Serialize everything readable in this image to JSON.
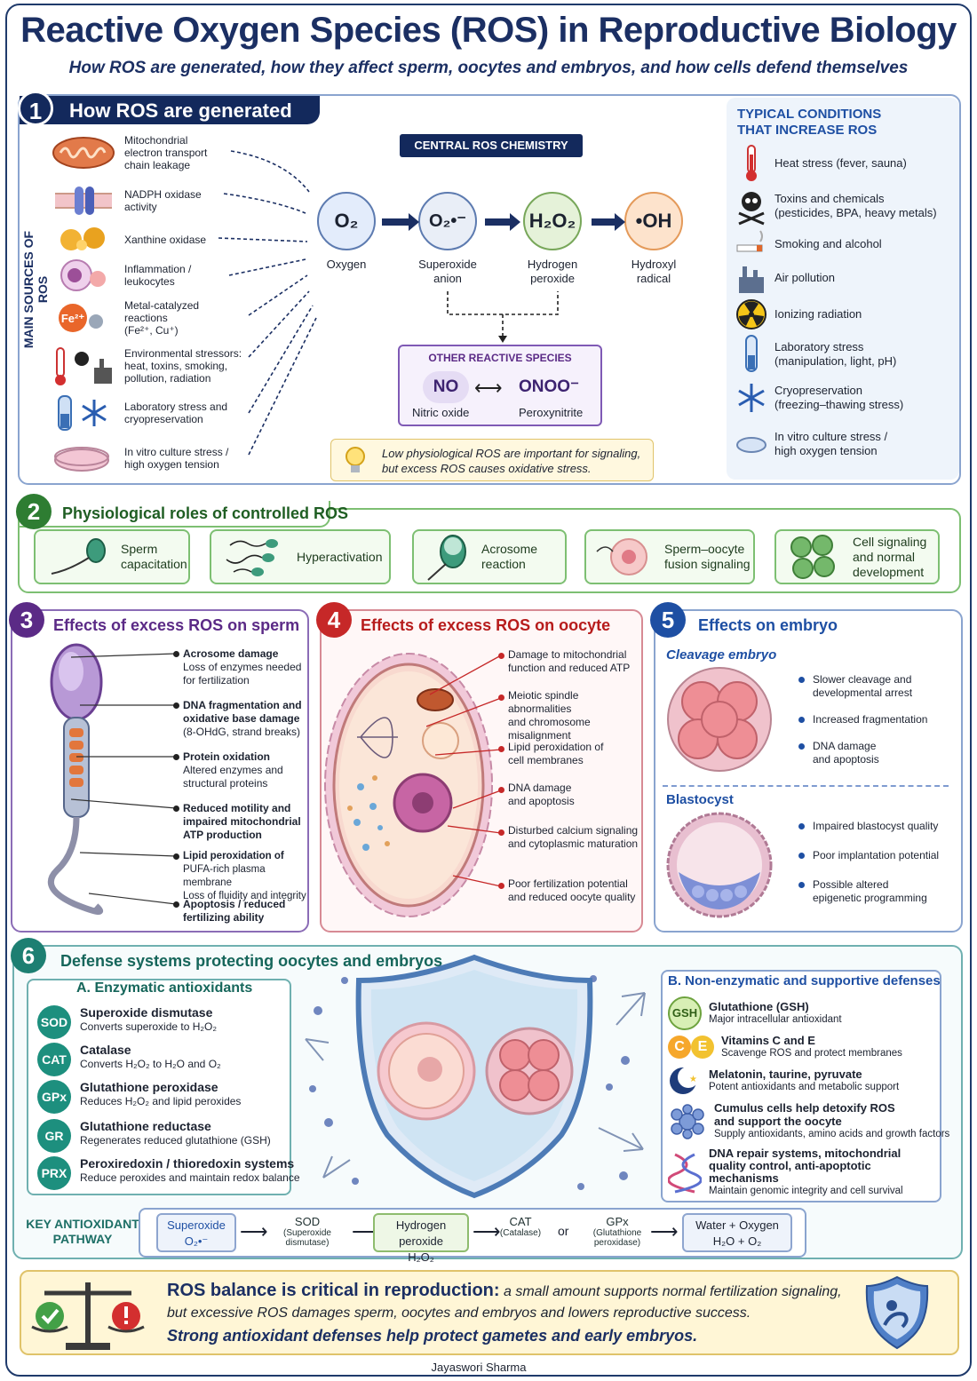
{
  "header": {
    "title": "Reactive Oxygen Species (ROS) in Reproductive Biology",
    "subtitle": "How ROS are generated, how they affect sperm, oocytes and embryos, and how cells defend themselves"
  },
  "s1": {
    "num": "1",
    "title": "How ROS are generated",
    "side_label": "MAIN SOURCES OF ROS",
    "sources": [
      "Mitochondrial\nelectron transport\nchain leakage",
      "NADPH oxidase\nactivity",
      "Xanthine oxidase",
      "Inflammation /\nleukocytes",
      "Metal-catalyzed\nreactions\n(Fe²⁺, Cu⁺)",
      "Environmental stressors:\nheat, toxins, smoking,\npollution, radiation",
      "Laboratory stress and\ncryopreservation",
      "In vitro culture stress /\nhigh oxygen tension"
    ],
    "chem_title": "CENTRAL ROS CHEMISTRY",
    "species": [
      {
        "sym": "O₂",
        "label": "Oxygen",
        "color": "#e3ecfb"
      },
      {
        "sym": "O₂•⁻",
        "label": "Superoxide\nanion",
        "color": "#e9eef7"
      },
      {
        "sym": "H₂O₂",
        "label": "Hydrogen\nperoxide",
        "color": "#e5f2d9"
      },
      {
        "sym": "•OH",
        "label": "Hydroxyl\nradical",
        "color": "#fde3cc"
      }
    ],
    "other_title": "OTHER REACTIVE SPECIES",
    "no_sym": "NO",
    "no_label": "Nitric oxide",
    "onoo_sym": "ONOO⁻",
    "onoo_label": "Peroxynitrite",
    "note": "Low physiological ROS are important for signaling,\nbut excess ROS causes oxidative stress.",
    "cond_title": "TYPICAL CONDITIONS\nTHAT INCREASE ROS",
    "conditions": [
      "Heat stress (fever, sauna)",
      "Toxins and chemicals\n(pesticides, BPA, heavy metals)",
      "Smoking and alcohol",
      "Air pollution",
      "Ionizing radiation",
      "Laboratory stress\n(manipulation, light, pH)",
      "Cryopreservation\n(freezing–thawing stress)",
      "In vitro culture stress /\nhigh oxygen tension"
    ]
  },
  "s2": {
    "num": "2",
    "title": "Physiological roles of controlled ROS",
    "roles": [
      "Sperm\ncapacitation",
      "Hyperactivation",
      "Acrosome\nreaction",
      "Sperm–oocyte\nfusion signaling",
      "Cell signaling\nand normal\ndevelopment"
    ]
  },
  "s3": {
    "num": "3",
    "title": "Effects of excess ROS on sperm",
    "effects": [
      {
        "h": "Acrosome damage",
        "d": "Loss of enzymes needed\nfor fertilization"
      },
      {
        "h": "DNA fragmentation and\noxidative base damage",
        "d": "(8-OHdG, strand breaks)"
      },
      {
        "h": "Protein oxidation",
        "d": "Altered enzymes and\nstructural proteins"
      },
      {
        "h": "Reduced motility and\nimpaired mitochondrial\nATP production",
        "d": ""
      },
      {
        "h": "Lipid peroxidation of",
        "d": "PUFA-rich plasma membrane\nLoss of fluidity and integrity"
      },
      {
        "h": "Apoptosis / reduced\nfertilizing ability",
        "d": ""
      }
    ]
  },
  "s4": {
    "num": "4",
    "title": "Effects of excess ROS on oocyte",
    "effects": [
      "Damage to mitochondrial\nfunction and reduced ATP",
      "Meiotic spindle abnormalities\nand chromosome\nmisalignment",
      "Lipid peroxidation of\ncell membranes",
      "DNA damage\nand apoptosis",
      "Disturbed calcium signaling\nand cytoplasmic maturation",
      "Poor fertilization potential\nand reduced oocyte quality"
    ]
  },
  "s5": {
    "num": "5",
    "title": "Effects on embryo",
    "cleavage_title": "Cleavage embryo",
    "cleavage": [
      "Slower cleavage and\ndevelopmental arrest",
      "Increased fragmentation",
      "DNA damage\nand apoptosis"
    ],
    "blast_title": "Blastocyst",
    "blast": [
      "Impaired blastocyst quality",
      "Poor implantation potential",
      "Possible altered\nepigenetic programming"
    ]
  },
  "s6": {
    "num": "6",
    "title": "Defense systems protecting oocytes and embryos",
    "a_title": "A. Enzymatic antioxidants",
    "enzymes": [
      {
        "b": "SOD",
        "n": "Superoxide dismutase",
        "d": "Converts superoxide to H₂O₂"
      },
      {
        "b": "CAT",
        "n": "Catalase",
        "d": "Converts H₂O₂ to H₂O and O₂"
      },
      {
        "b": "GPx",
        "n": "Glutathione peroxidase",
        "d": "Reduces H₂O₂ and lipid peroxides"
      },
      {
        "b": "GR",
        "n": "Glutathione reductase",
        "d": "Regenerates reduced glutathione (GSH)"
      },
      {
        "b": "PRX",
        "n": "Peroxiredoxin / thioredoxin systems",
        "d": "Reduce peroxides and maintain redox balance"
      }
    ],
    "b_title": "B. Non-enzymatic and supportive defenses",
    "nonenz": [
      {
        "n": "Glutathione (GSH)",
        "d": "Major intracellular antioxidant",
        "badge": "GSH"
      },
      {
        "n": "Vitamins C and E",
        "d": "Scavenge ROS and protect membranes",
        "badge_c": "C",
        "badge_e": "E"
      },
      {
        "n": "Melatonin, taurine, pyruvate",
        "d": "Potent antioxidants and metabolic support"
      },
      {
        "n": "Cumulus cells help detoxify ROS\nand support the oocyte",
        "d": "Supply antioxidants, amino acids and growth factors"
      },
      {
        "n": "DNA repair systems, mitochondrial\nquality control, anti-apoptotic\nmechanisms",
        "d": "Maintain genomic integrity and cell survival"
      }
    ],
    "pathway_label": "KEY ANTIOXIDANT\nPATHWAY",
    "pw1a": "Superoxide",
    "pw1b": "O₂•⁻",
    "sod": "SOD",
    "sod_s": "(Superoxide dismutase)",
    "pw2a": "Hydrogen peroxide",
    "pw2b": "H₂O₂",
    "cat": "CAT",
    "cat_s": "(Catalase)",
    "or": "or",
    "gpx": "GPx",
    "gpx_s": "(Glutathione\nperoxidase)",
    "pw3a": "Water + Oxygen",
    "pw3b": "H₂O + O₂"
  },
  "footer": {
    "bold": "ROS balance is critical in reproduction:",
    "l1": "a small amount supports normal fertilization signaling,",
    "l2": "but excessive ROS damages sperm, oocytes and embryos and lowers reproductive success.",
    "l3": "Strong antioxidant defenses help protect gametes and early embryos.",
    "author": "Jayaswori Sharma"
  },
  "colors": {
    "navy": "#1b2f63",
    "green": "#2e7d32",
    "purple": "#5b2a86",
    "red": "#c62828",
    "blue": "#1e4fa3",
    "teal": "#1d7f72"
  }
}
